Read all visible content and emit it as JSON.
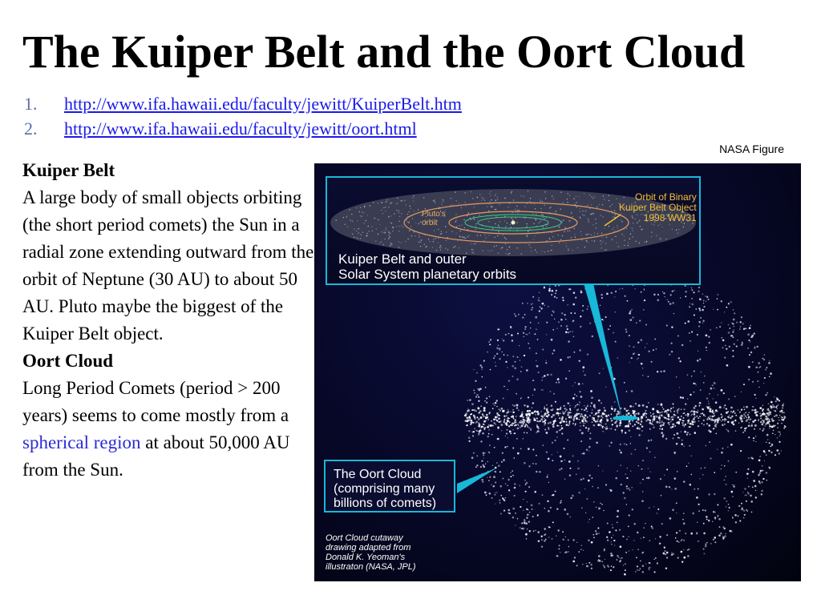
{
  "slide": {
    "title": "The Kuiper Belt and the Oort Cloud",
    "links": [
      {
        "num": "1.",
        "url": "http://www.ifa.hawaii.edu/faculty/jewitt/KuiperBelt.htm"
      },
      {
        "num": "2.",
        "url": "http://www.ifa.hawaii.edu/faculty/jewitt/oort.html"
      }
    ],
    "credit": "NASA Figure",
    "kuiper_heading": "Kuiper Belt",
    "kuiper_text": "A large body of small objects orbiting (the short period comets) the Sun in a radial zone extending outward from the orbit of Neptune (30 AU) to about 50 AU. Pluto maybe the biggest of the Kuiper Belt object.",
    "oort_heading": "Oort Cloud",
    "oort_text_before": "Long Period Comets (period > 200 years) seems to come mostly from a",
    "oort_highlight": "spherical region",
    "oort_text_after": "at about 50,000 AU from the Sun."
  },
  "figure": {
    "binary_label_1": "Orbit of Binary",
    "binary_label_2": "Kuiper Belt Object",
    "binary_label_3": "1998 WW31",
    "pluto_label_1": "Pluto's",
    "pluto_label_2": "orbit",
    "kuiper_caption_1": "Kuiper Belt and outer",
    "kuiper_caption_2": "Solar System planetary orbits",
    "oort_caption_1": "The Oort Cloud",
    "oort_caption_2": "(comprising many",
    "oort_caption_3": "billions of comets)",
    "cutaway_1": "Oort Cloud cutaway",
    "cutaway_2": "drawing adapted from",
    "cutaway_3": "Donald K. Yeoman's",
    "cutaway_4": "illustraton (NASA, JPL)"
  },
  "colors": {
    "link": "#1a1ae8",
    "highlight": "#2a2ad8",
    "box_border": "#18b8d8",
    "binary_label": "#f4c030"
  }
}
